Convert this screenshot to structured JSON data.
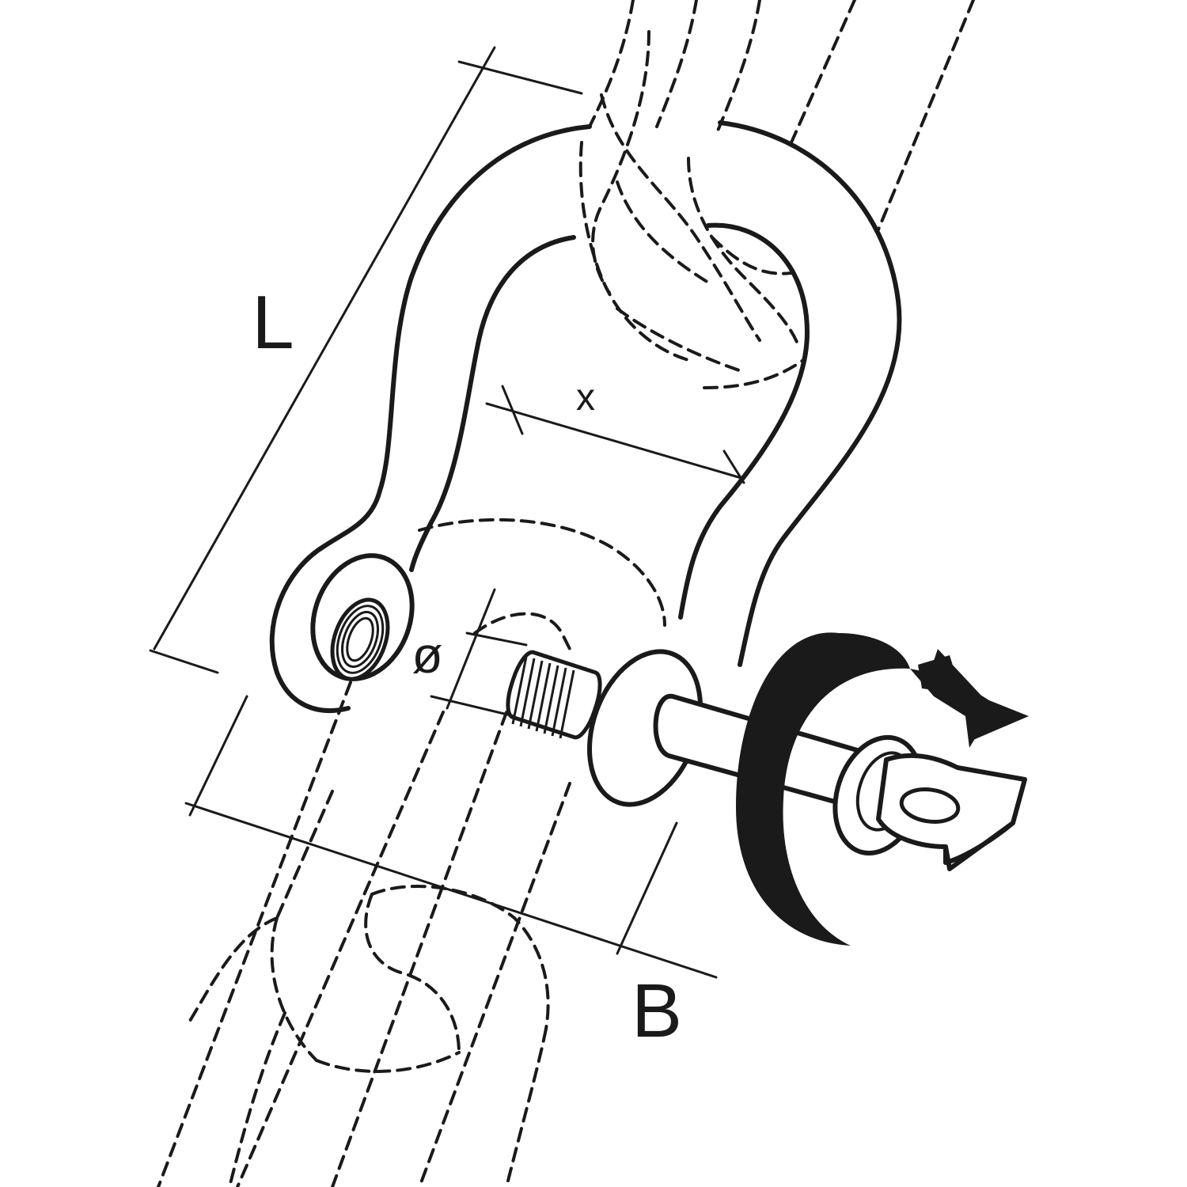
{
  "labels": {
    "length": "L",
    "inner_width": "x",
    "pin_diameter": "ø",
    "overall_width": "B"
  },
  "colors": {
    "ink": "#1a1a1a",
    "background": "#ffffff"
  },
  "icons": {
    "rotation_arrow": "rotate-clockwise-arrow-icon"
  }
}
